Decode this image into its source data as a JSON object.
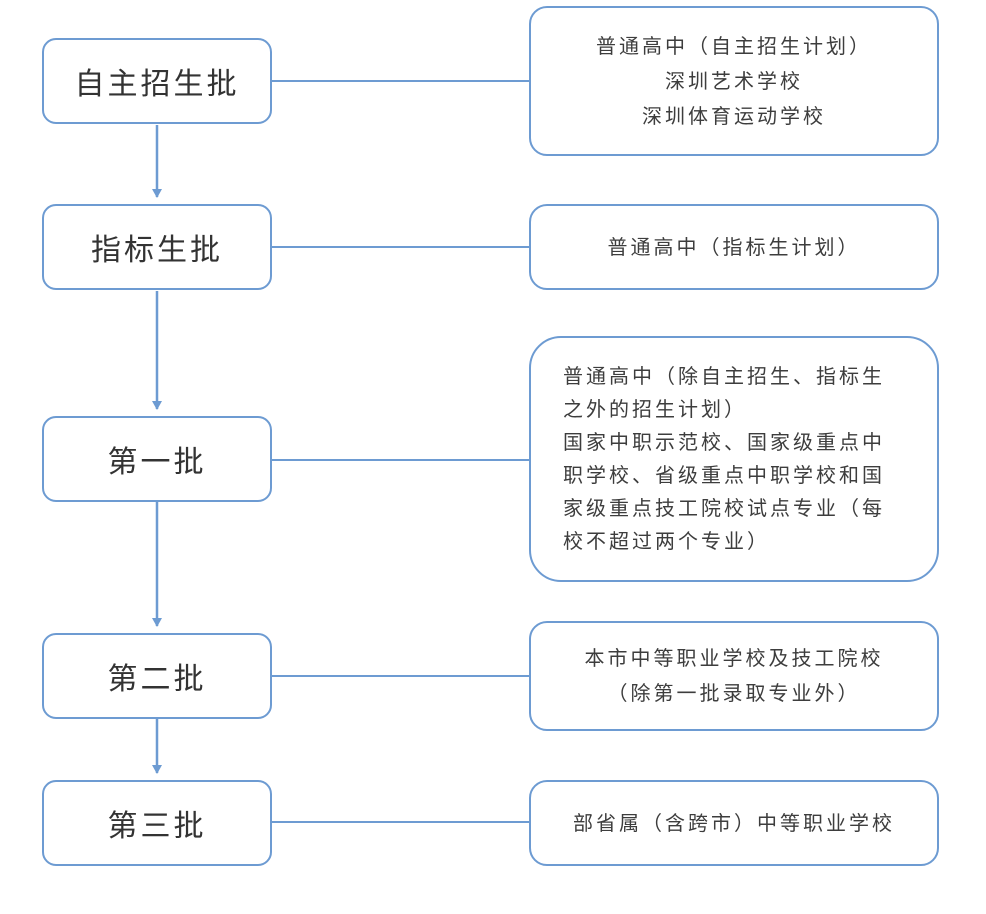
{
  "colors": {
    "border": "#6d9bd2",
    "connector": "#6d9bd2",
    "text": "#333333"
  },
  "stages": [
    {
      "label": "自主招生批",
      "description": [
        "普通高中（自主招生计划）",
        "深圳艺术学校",
        "深圳体育运动学校"
      ]
    },
    {
      "label": "指标生批",
      "description": [
        "普通高中（指标生计划）"
      ]
    },
    {
      "label": "第一批",
      "description": [
        "普通高中（除自主招生、指标生",
        "之外的招生计划）",
        "国家中职示范校、国家级重点中",
        "职学校、省级重点中职学校和国",
        "家级重点技工院校试点专业（每",
        "校不超过两个专业）"
      ]
    },
    {
      "label": "第二批",
      "description": [
        "本市中等职业学校及技工院校",
        "（除第一批录取专业外）"
      ]
    },
    {
      "label": "第三批",
      "description": [
        "部省属（含跨市）中等职业学校"
      ]
    }
  ]
}
